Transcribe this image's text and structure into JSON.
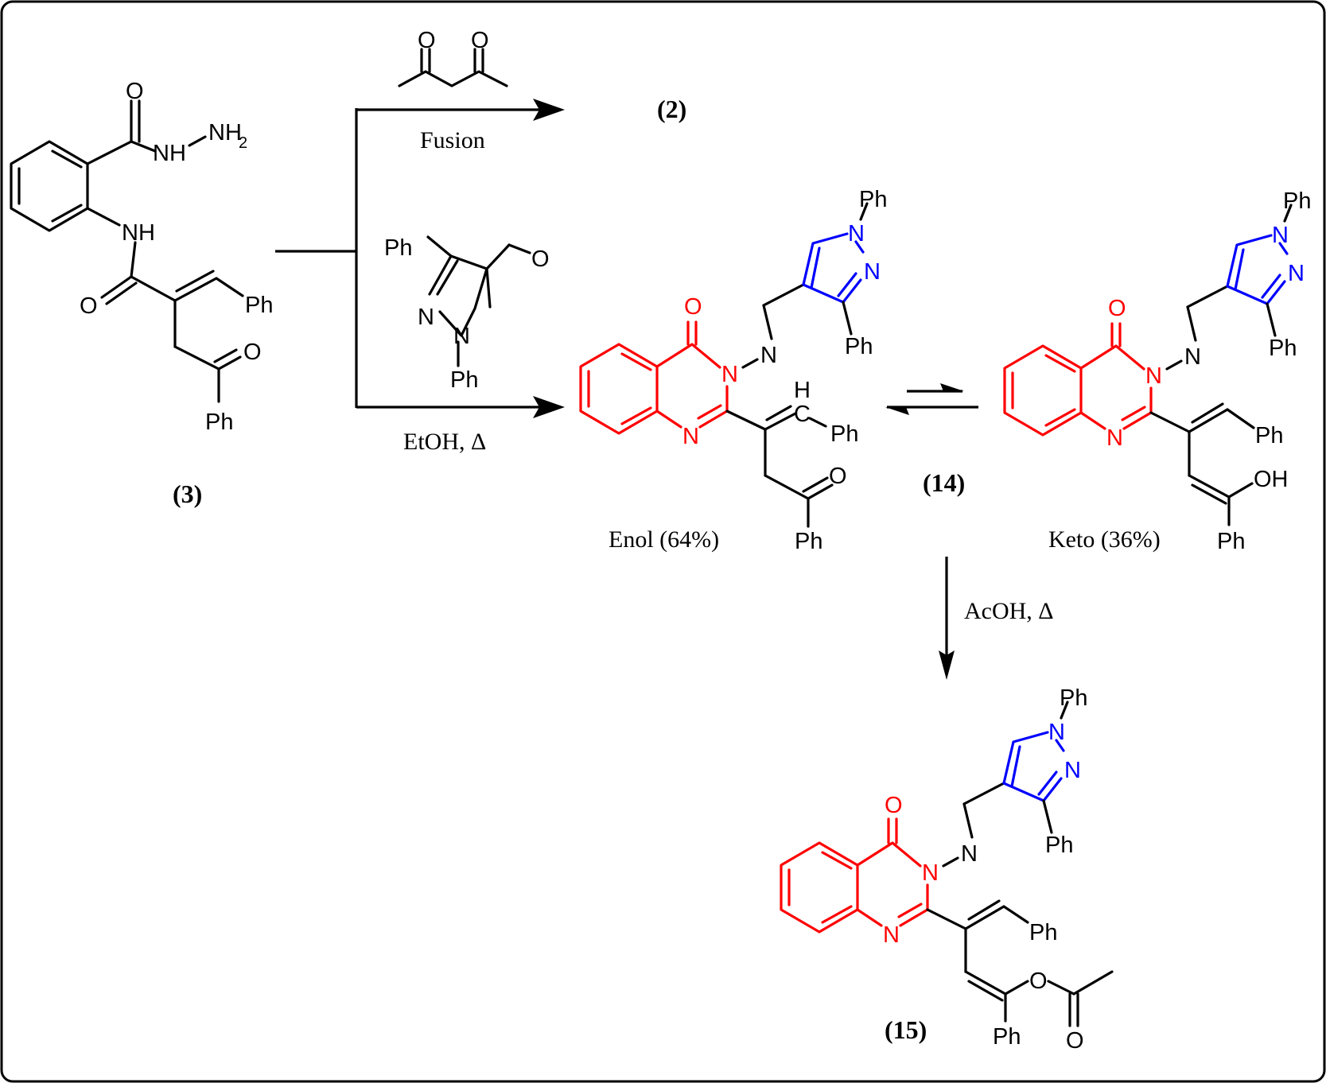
{
  "compounds": {
    "start": {
      "label": "(3)"
    },
    "acac_product": {
      "label": "(2)"
    },
    "pair": {
      "label": "(14)",
      "enol": "Enol (64%)",
      "keto": "Keto (36%)"
    },
    "acetate": {
      "label": "(15)"
    }
  },
  "conditions": {
    "fusion": "Fusion",
    "ethanol": "EtOH, Δ",
    "acetic": "AcOH, Δ"
  },
  "atoms": {
    "O": "O",
    "N": "N",
    "H": "H",
    "NH": "NH",
    "NH2": "NH",
    "sub2": "2",
    "Ph": "Ph",
    "OH": "OH"
  },
  "colors": {
    "quinazolinone": "#ff0000",
    "pyrazole": "#0000ff",
    "default": "#000000"
  }
}
